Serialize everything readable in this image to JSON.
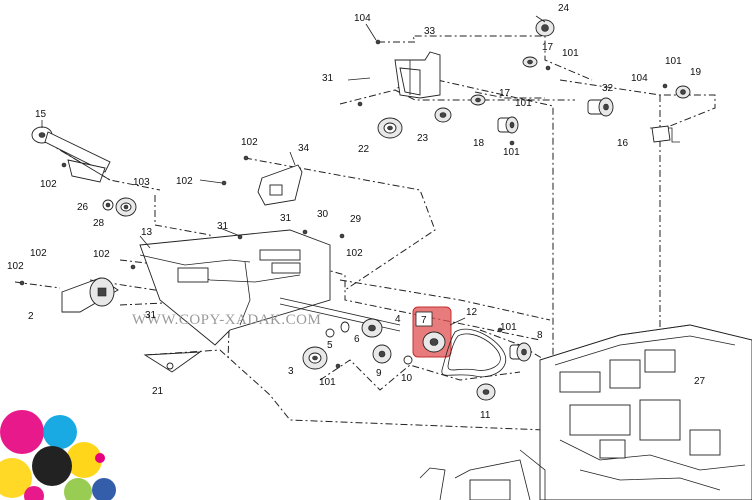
{
  "watermark": "WWW.COPY-XADAK.COM",
  "highlight_color": "#e05050",
  "logo_colors": [
    "#e6007e",
    "#00a0e0",
    "#ffd200",
    "#222222",
    "#8dc63f",
    "#1e4da0"
  ],
  "labels": {
    "l104a": "104",
    "l33": "33",
    "l24": "24",
    "l17a": "17",
    "l101a": "101",
    "l31a": "31",
    "l101b": "101",
    "l104b": "104",
    "l19": "19",
    "l32": "32",
    "l17b": "17",
    "l101c": "101",
    "l15": "15",
    "l22": "22",
    "l23": "23",
    "l18": "18",
    "l101d": "101",
    "l16": "16",
    "l102a": "102",
    "l34": "34",
    "l102b": "102",
    "l103": "103",
    "l102c": "102",
    "l26": "26",
    "l28": "28",
    "l30": "30",
    "l31b": "31",
    "l29": "29",
    "l31c": "31",
    "l13": "13",
    "l102d": "102",
    "l102e": "102",
    "l102f": "102",
    "l102g": "102",
    "l2": "2",
    "l12": "12",
    "l4": "4",
    "l7": "7",
    "l101e": "101",
    "l8": "8",
    "l31d": "31",
    "l5": "5",
    "l6": "6",
    "l3": "3",
    "l9": "9",
    "l10": "10",
    "l101f": "101",
    "l21": "21",
    "l11": "11",
    "l27": "27"
  }
}
